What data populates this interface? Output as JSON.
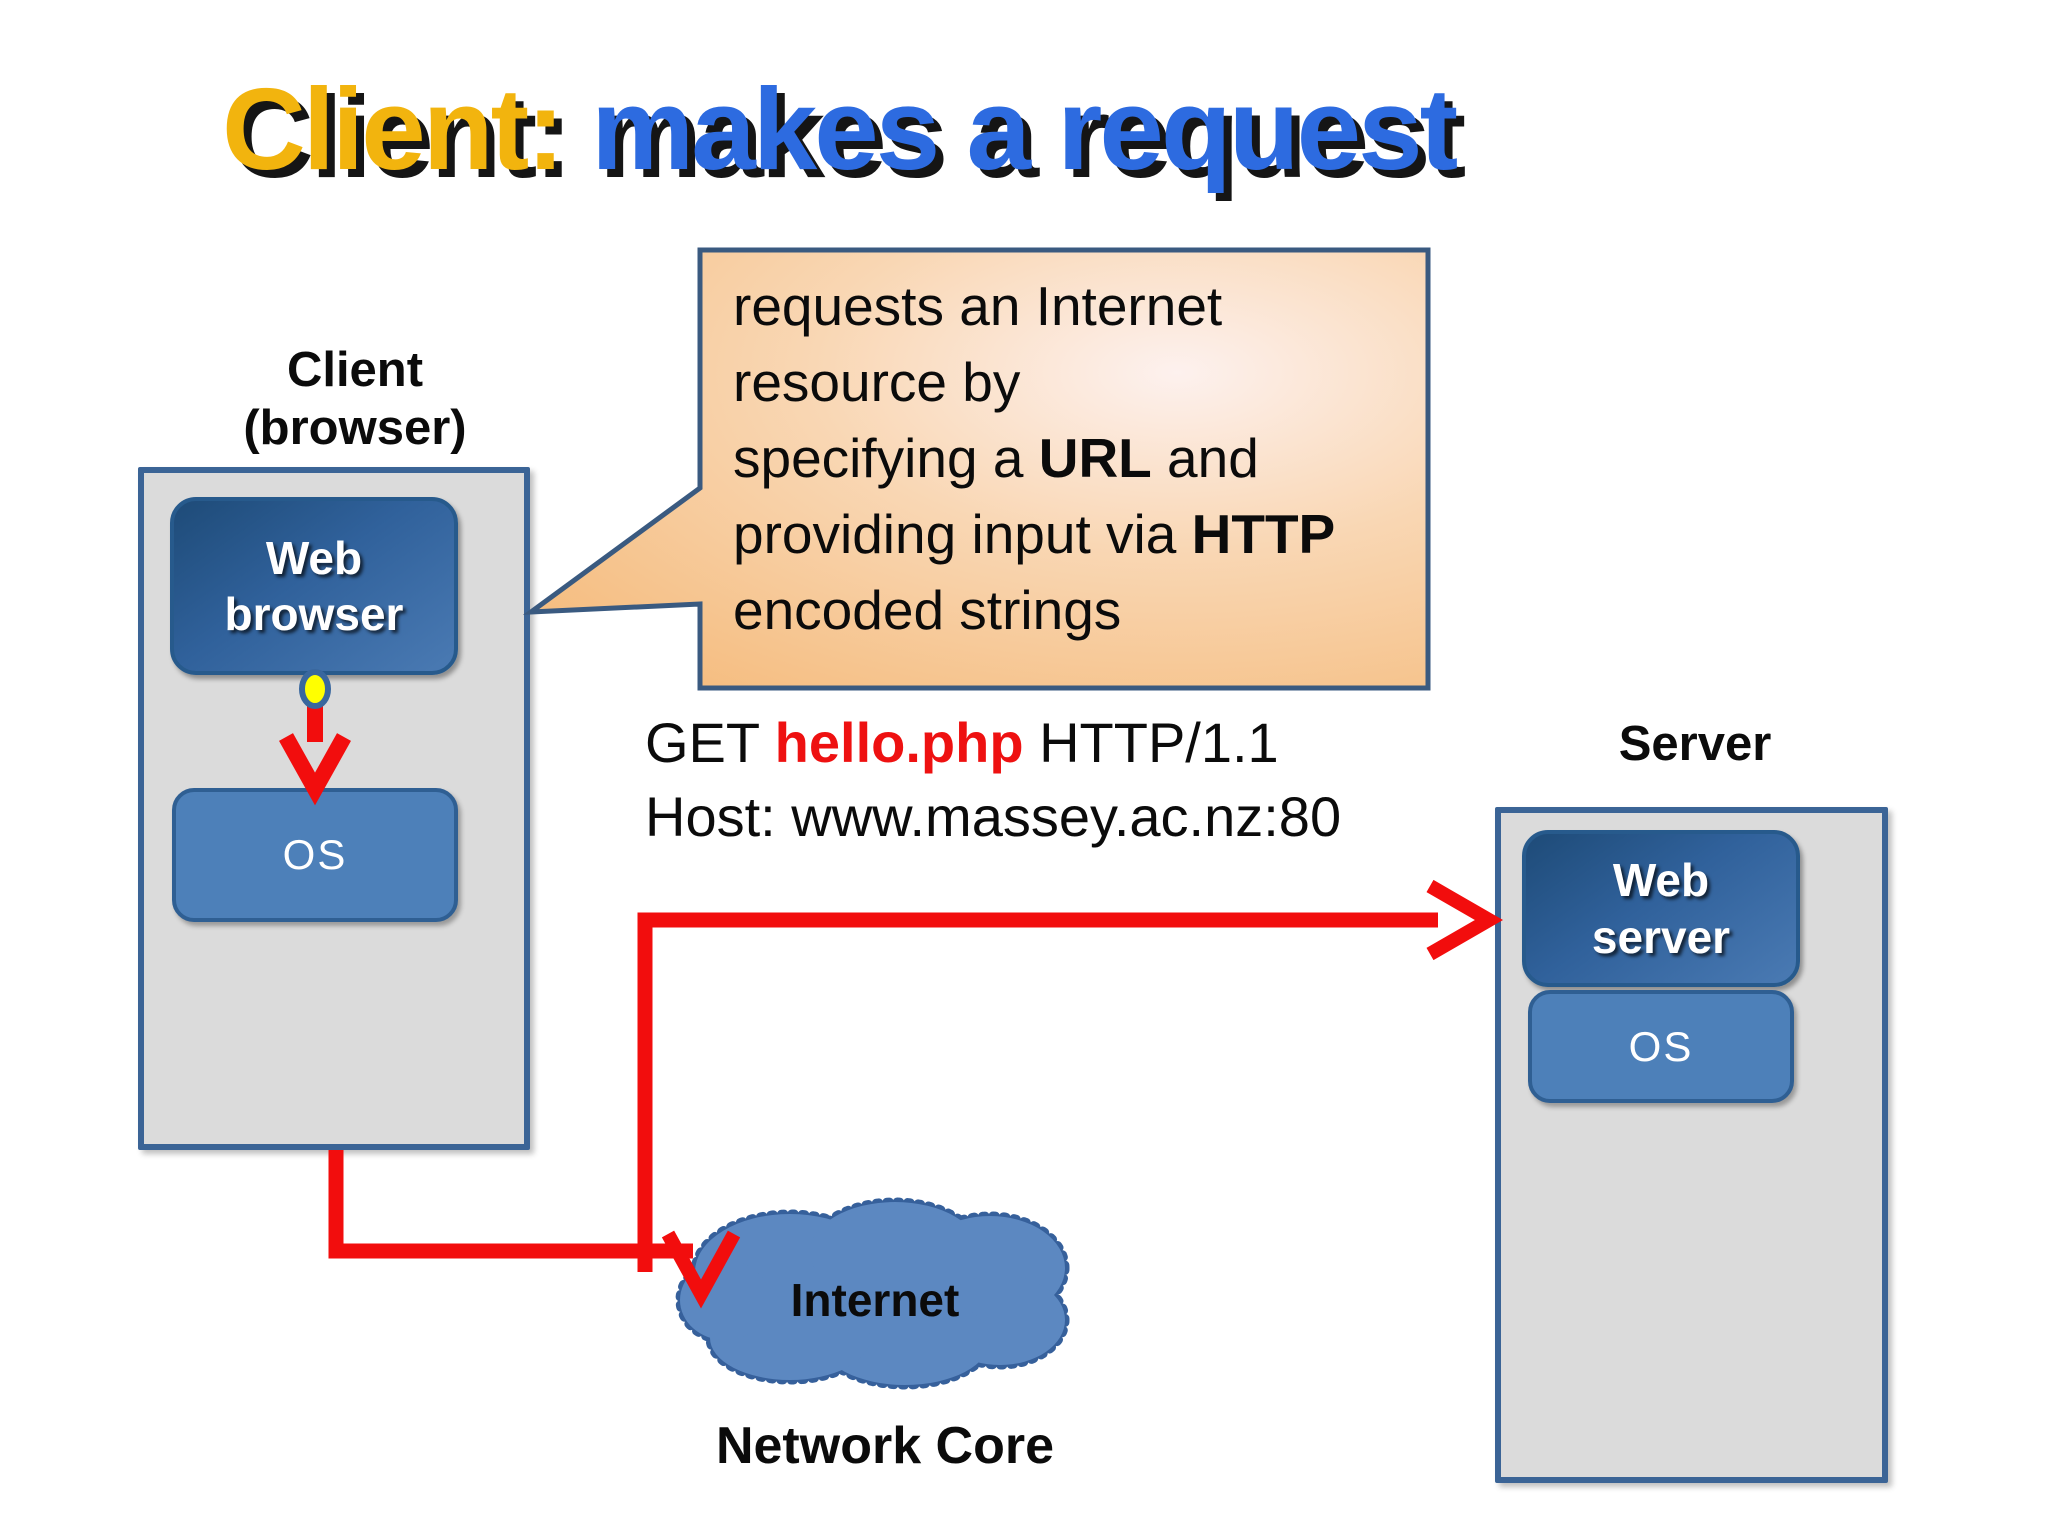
{
  "slide": {
    "title": {
      "highlight": "Client:",
      "rest": " makes a request"
    },
    "client": {
      "label": "Client\n(browser)",
      "browser_app": "Web\nbrowser",
      "os": "OS"
    },
    "bubble": {
      "line1": "requests an Internet",
      "line2": "resource by",
      "line3_pre": "specifying a ",
      "line3_bold": "URL",
      "line3_post": " and",
      "line4_pre": "providing input via ",
      "line4_bold": "HTTP",
      "line5": "encoded strings"
    },
    "request": {
      "get_pre": "GET ",
      "get_file": "hello.php",
      "get_post": " HTTP/1.1",
      "host": "Host: www.massey.ac.nz:80"
    },
    "server": {
      "label": "Server",
      "web_server_app": "Web\nserver",
      "os": "OS"
    },
    "network": {
      "cloud_label": "Internet",
      "core_label": "Network Core"
    }
  },
  "colors": {
    "title_highlight": "#F2B40E",
    "title_rest": "#2D6BE0",
    "arrow_red": "#F20D0D",
    "request_file_red": "#EE1111",
    "machine_fill": "#DBDBDB",
    "machine_border": "#3B6496",
    "app_box_dark_blue": "#1E4B78",
    "os_box_blue": "#4D80B9",
    "cloud_fill": "#5C88C1",
    "cloud_dotted_border": "#36609B",
    "bubble_border": "#3A5A80",
    "bubble_orange": "#F5BD80",
    "port_dot_yellow": "#FFFF00"
  },
  "icons": {
    "cloud": "internet-cloud-icon",
    "arrows": "red-flow-arrows"
  }
}
